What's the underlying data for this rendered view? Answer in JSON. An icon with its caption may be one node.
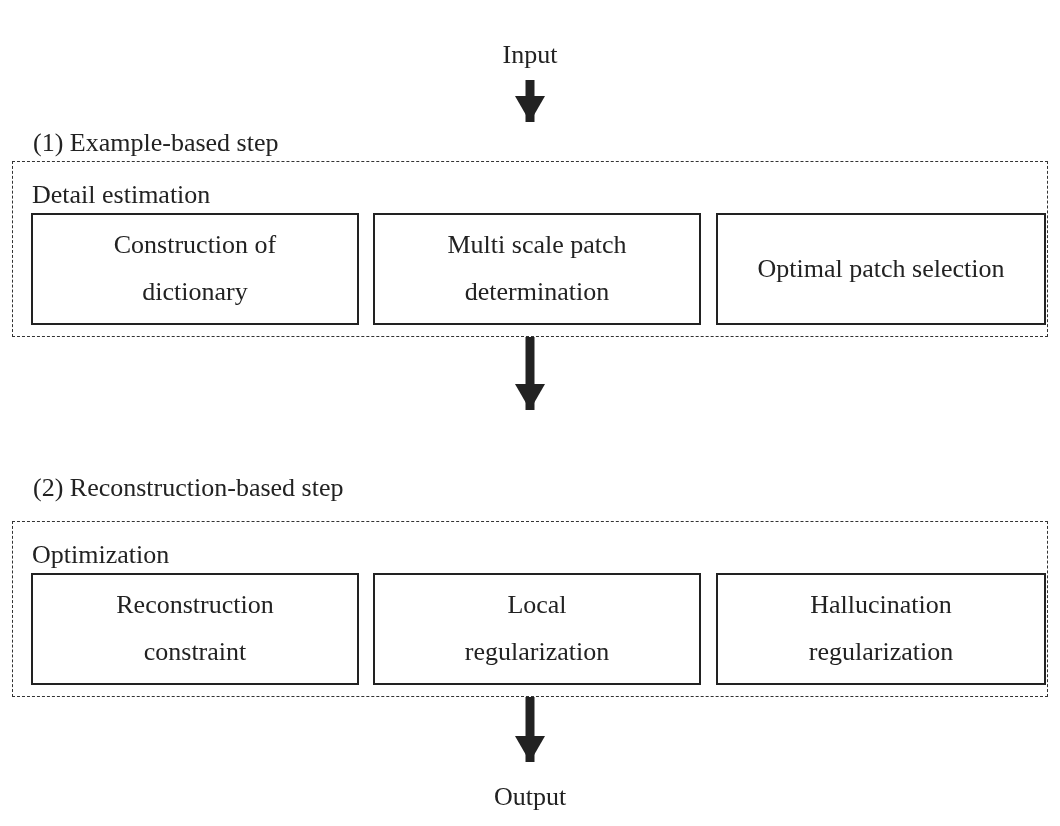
{
  "diagram": {
    "nodes": [
      {
        "text": [
          "Input"
        ]
      },
      {
        "text": [
          "(1) Example-based step",
          "Detail estimation"
        ]
      },
      {
        "text": [
          "Construction of dictionary"
        ],
        "in": 1
      },
      {
        "text": [
          "Multi scale patch determination"
        ],
        "in": 1
      },
      {
        "text": [
          "Optimal patch selection"
        ],
        "in": 1
      },
      {
        "text": [
          "(2) Reconstruction-based step",
          "Optimization"
        ]
      },
      {
        "text": [
          "Reconstruction constraint"
        ],
        "in": 5
      },
      {
        "text": [
          "Local regularization"
        ],
        "in": 5
      },
      {
        "text": [
          "Hallucination regularization"
        ],
        "in": 5
      },
      {
        "text": [
          "Output"
        ]
      }
    ],
    "edges": [
      {
        "from": 0,
        "to": 1,
        "arrow": "to"
      },
      {
        "from": 1,
        "to": 5,
        "arrow": "to"
      },
      {
        "from": 5,
        "to": 9,
        "arrow": "to"
      }
    ]
  }
}
